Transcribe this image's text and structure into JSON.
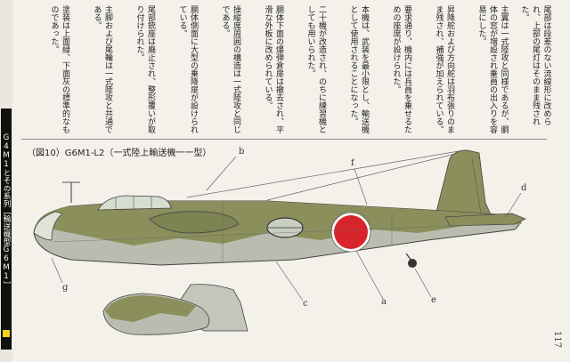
{
  "side": {
    "title": "G4M1とその系列［輸送機型G6M1］"
  },
  "columns": [
    "尾部は段差のない流線形に改められ、上部の尾灯はそのまま残された。",
    "主翼は一式陸攻と同様であるが、胴体の窓が増設され乗員の出入りを容易にした。",
    "昇降舵および方向舵は羽布張りのまま残され、補強が加えられている。",
    "要求通り、機内には兵員を乗せるための座席が設けられた。",
    "本機は、武装を最小限とし、輸送機として使用されることになった。",
    "二十機が改造され、のちに練習機としても用いられた。",
    "胴体下面の爆弾倉扉は撤去され、平滑な外板に改められている。",
    "操縦席周囲の構造は一式陸攻と同じである。",
    "胴体側面に大型の乗降扉が設けられている。",
    "尾部銃座は廃止され、整形覆いが取り付けられた。",
    "主脚および尾輪は一式陸攻と共通である。",
    "塗装は上面緑、下面灰の標準的なものであった。"
  ],
  "figure": {
    "caption": "（図10）G6M1-L2（一式陸上輸送機一一型）"
  },
  "callouts": [
    "a",
    "b",
    "c",
    "d",
    "e",
    "f",
    "g"
  ],
  "page_number": "117",
  "colors": {
    "upper_green": "#8a8f5c",
    "lower_grey": "#b9bdb0",
    "hinomaru": "#d8252b",
    "band": "#111111",
    "marker": "#f2d21a"
  }
}
